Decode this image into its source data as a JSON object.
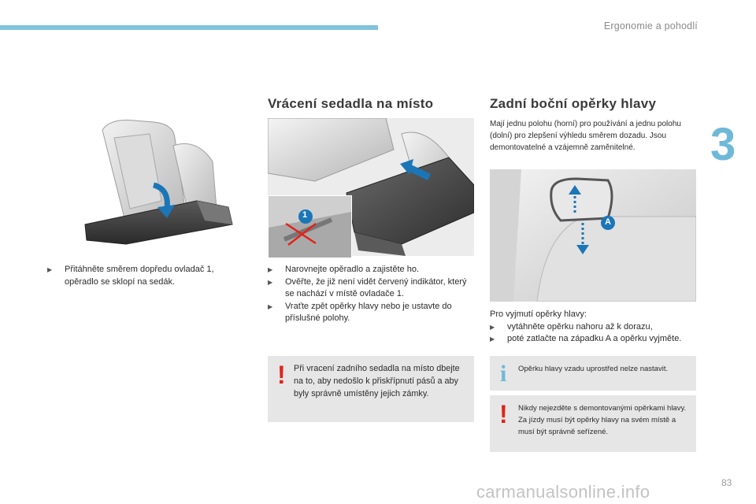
{
  "header": {
    "section_title": "Ergonomie a pohodlí",
    "chapter_number": "3",
    "page_number": "83",
    "watermark": "carmanualsonline.info"
  },
  "left_column": {
    "steps": [
      "Přitáhněte směrem dopředu ovladač 1, opěradlo se sklopí na sedák."
    ]
  },
  "middle_column": {
    "title": "Vrácení sedadla na místo",
    "inset_label": "1",
    "steps": [
      "Narovnejte opěradlo a zajistěte ho.",
      "Ověřte, že již není vidět červený indikátor, který se nachází v místě ovladače 1.",
      "Vraťte zpět opěrky hlavy nebo je ustavte do příslušné polohy."
    ],
    "warning": "Při vracení zadního sedadla na místo dbejte na to, aby nedošlo k přiskřípnutí pásů a aby byly správně umístěny jejich zámky."
  },
  "right_column": {
    "title": "Zadní boční opěrky hlavy",
    "intro": "Mají jednu polohu (horní) pro používání a jednu polohu (dolní) pro zlepšení výhledu směrem dozadu. Jsou demontovatelné a vzájemně zaměnitelné.",
    "image_label": "A",
    "removal_heading": "Pro vyjmutí opěrky hlavy:",
    "removal_steps": [
      "vytáhněte opěrku nahoru až k dorazu,",
      "poté zatlačte na západku A a opěrku vyjměte."
    ],
    "info_note": "Opěrku hlavy vzadu uprostřed nelze nastavit.",
    "warning": "Nikdy nejezděte s demontovanými opěrkami hlavy. Za jízdy musí být opěrky hlavy na svém místě a musí být správně seřízené."
  },
  "icons": {
    "warning": "exclamation-icon",
    "info": "info-icon"
  },
  "colors": {
    "accent_blue": "#6fb9d8",
    "arrow_blue": "#1b76b7",
    "warning_red": "#e2231a",
    "note_bg": "#e6e6e6"
  }
}
